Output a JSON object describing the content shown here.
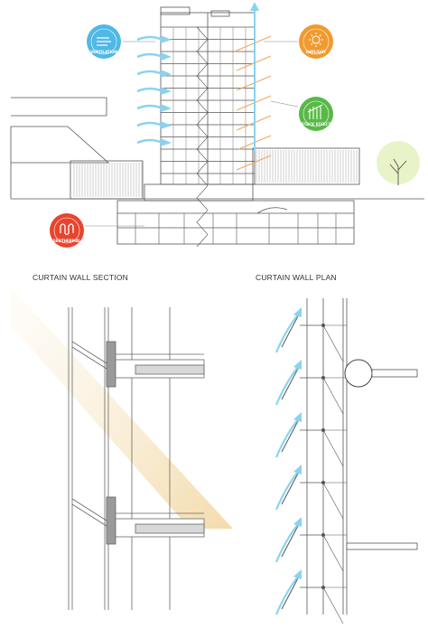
{
  "section_titles": {
    "section": "CURTAIN WALL SECTION",
    "plan": "CURTAIN WALL PLAN"
  },
  "badges": {
    "ventilation": "VENTILATION",
    "daylight": "DAYLIGHT",
    "stack_effect": "STACK EFFECT",
    "geothermal": "GEOTHERMAL"
  },
  "colors": {
    "line": "#555555",
    "ventilation_badge": "#4fb8e6",
    "daylight_badge": "#f29a2e",
    "stack_badge": "#58b947",
    "geothermal_badge": "#e8452e",
    "airflow_arrow": "#8ad3f0",
    "sun_ray": "#f2a65a",
    "light_beam": "#f6e3c0",
    "tree": "#e9f3c8"
  }
}
